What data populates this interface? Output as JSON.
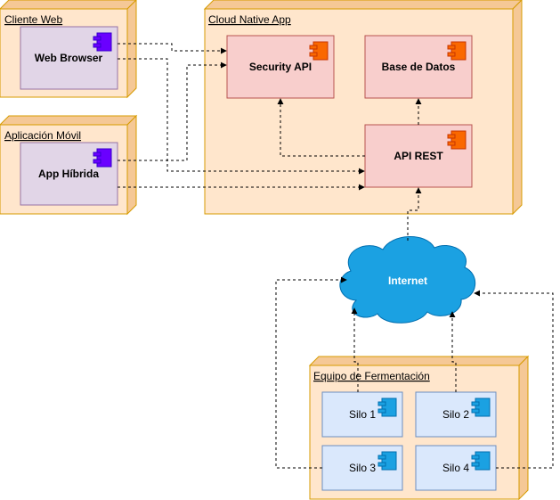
{
  "colors": {
    "node_fill": "#ffe6cc",
    "node_stroke": "#d79b00",
    "node_shade": "#f5c896",
    "purple_fill": "#e1d5e7",
    "purple_stroke": "#9673a6",
    "purple_icon": "#6a00ff",
    "red_fill": "#f8cecc",
    "red_stroke": "#b85450",
    "orange_icon": "#fa6800",
    "blue_fill": "#dae8fc",
    "blue_stroke": "#6c8ebf",
    "blue_icon": "#1ba1e2",
    "cloud_fill": "#1ba1e2",
    "cloud_stroke": "#006eaf"
  },
  "nodes": {
    "cliente_web": {
      "title": "Cliente Web",
      "component": "Web Browser"
    },
    "aplicacion_movil": {
      "title": "Aplicación Móvil",
      "component": "App Híbrida"
    },
    "cloud_native_app": {
      "title": "Cloud Native App",
      "security_api": "Security API",
      "base_de_datos": "Base de Datos",
      "api_rest": "API REST"
    },
    "internet": {
      "label": "Internet"
    },
    "equipo_fermentacion": {
      "title": "Equipo de Fermentación",
      "silos": [
        "Silo 1",
        "Silo 2",
        "Silo 3",
        "Silo 4"
      ]
    }
  }
}
